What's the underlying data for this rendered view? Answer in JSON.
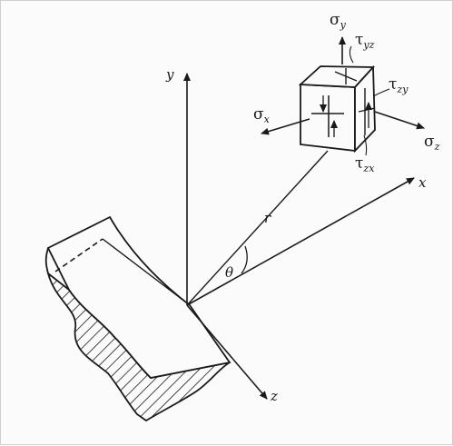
{
  "axes": {
    "x": "x",
    "y": "y",
    "z": "z"
  },
  "distance_label": "r",
  "angle_label": "θ",
  "stresses": {
    "sigma_x": {
      "symbol": "σ",
      "sub": "x"
    },
    "sigma_y": {
      "symbol": "σ",
      "sub": "y"
    },
    "sigma_z": {
      "symbol": "σ",
      "sub": "z"
    },
    "tau_yz": {
      "symbol": "τ",
      "sub": "yz"
    },
    "tau_zy": {
      "symbol": "τ",
      "sub": "zy"
    },
    "tau_zx": {
      "symbol": "τ",
      "sub": "zx"
    }
  }
}
